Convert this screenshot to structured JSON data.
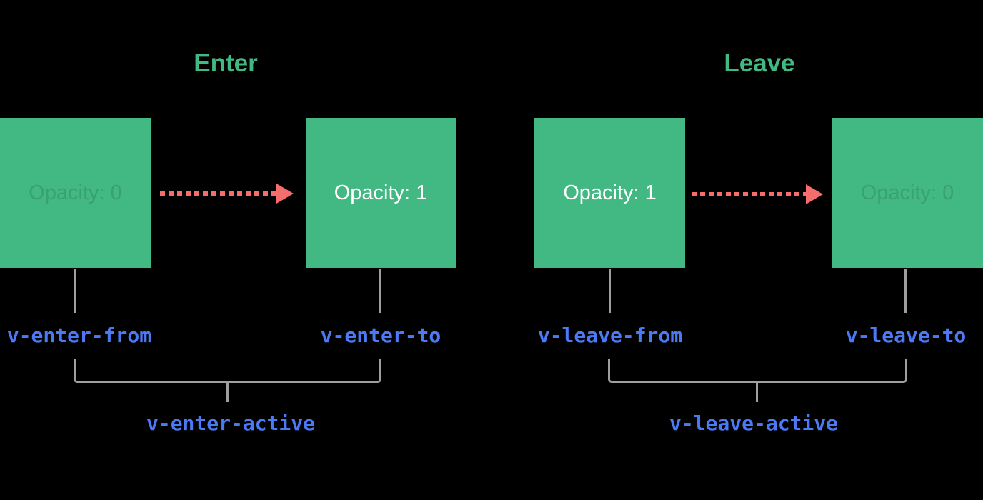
{
  "diagram": {
    "background": "#000000",
    "colors": {
      "green": "#42b883",
      "red": "#f56d6d",
      "blue": "#4a7af5",
      "gray": "#9e9e9e",
      "white": "#ffffff",
      "faded": "rgba(0,0,0,0.13)"
    },
    "groups": [
      {
        "id": "enter",
        "title": "Enter",
        "start_box": {
          "label": "Opacity: 0",
          "faded": true
        },
        "end_box": {
          "label": "Opacity: 1",
          "faded": false
        },
        "from_class": "v-enter-from",
        "to_class": "v-enter-to",
        "active_class": "v-enter-active"
      },
      {
        "id": "leave",
        "title": "Leave",
        "start_box": {
          "label": "Opacity: 1",
          "faded": false
        },
        "end_box": {
          "label": "Opacity: 0",
          "faded": true
        },
        "from_class": "v-leave-from",
        "to_class": "v-leave-to",
        "active_class": "v-leave-active"
      }
    ]
  }
}
